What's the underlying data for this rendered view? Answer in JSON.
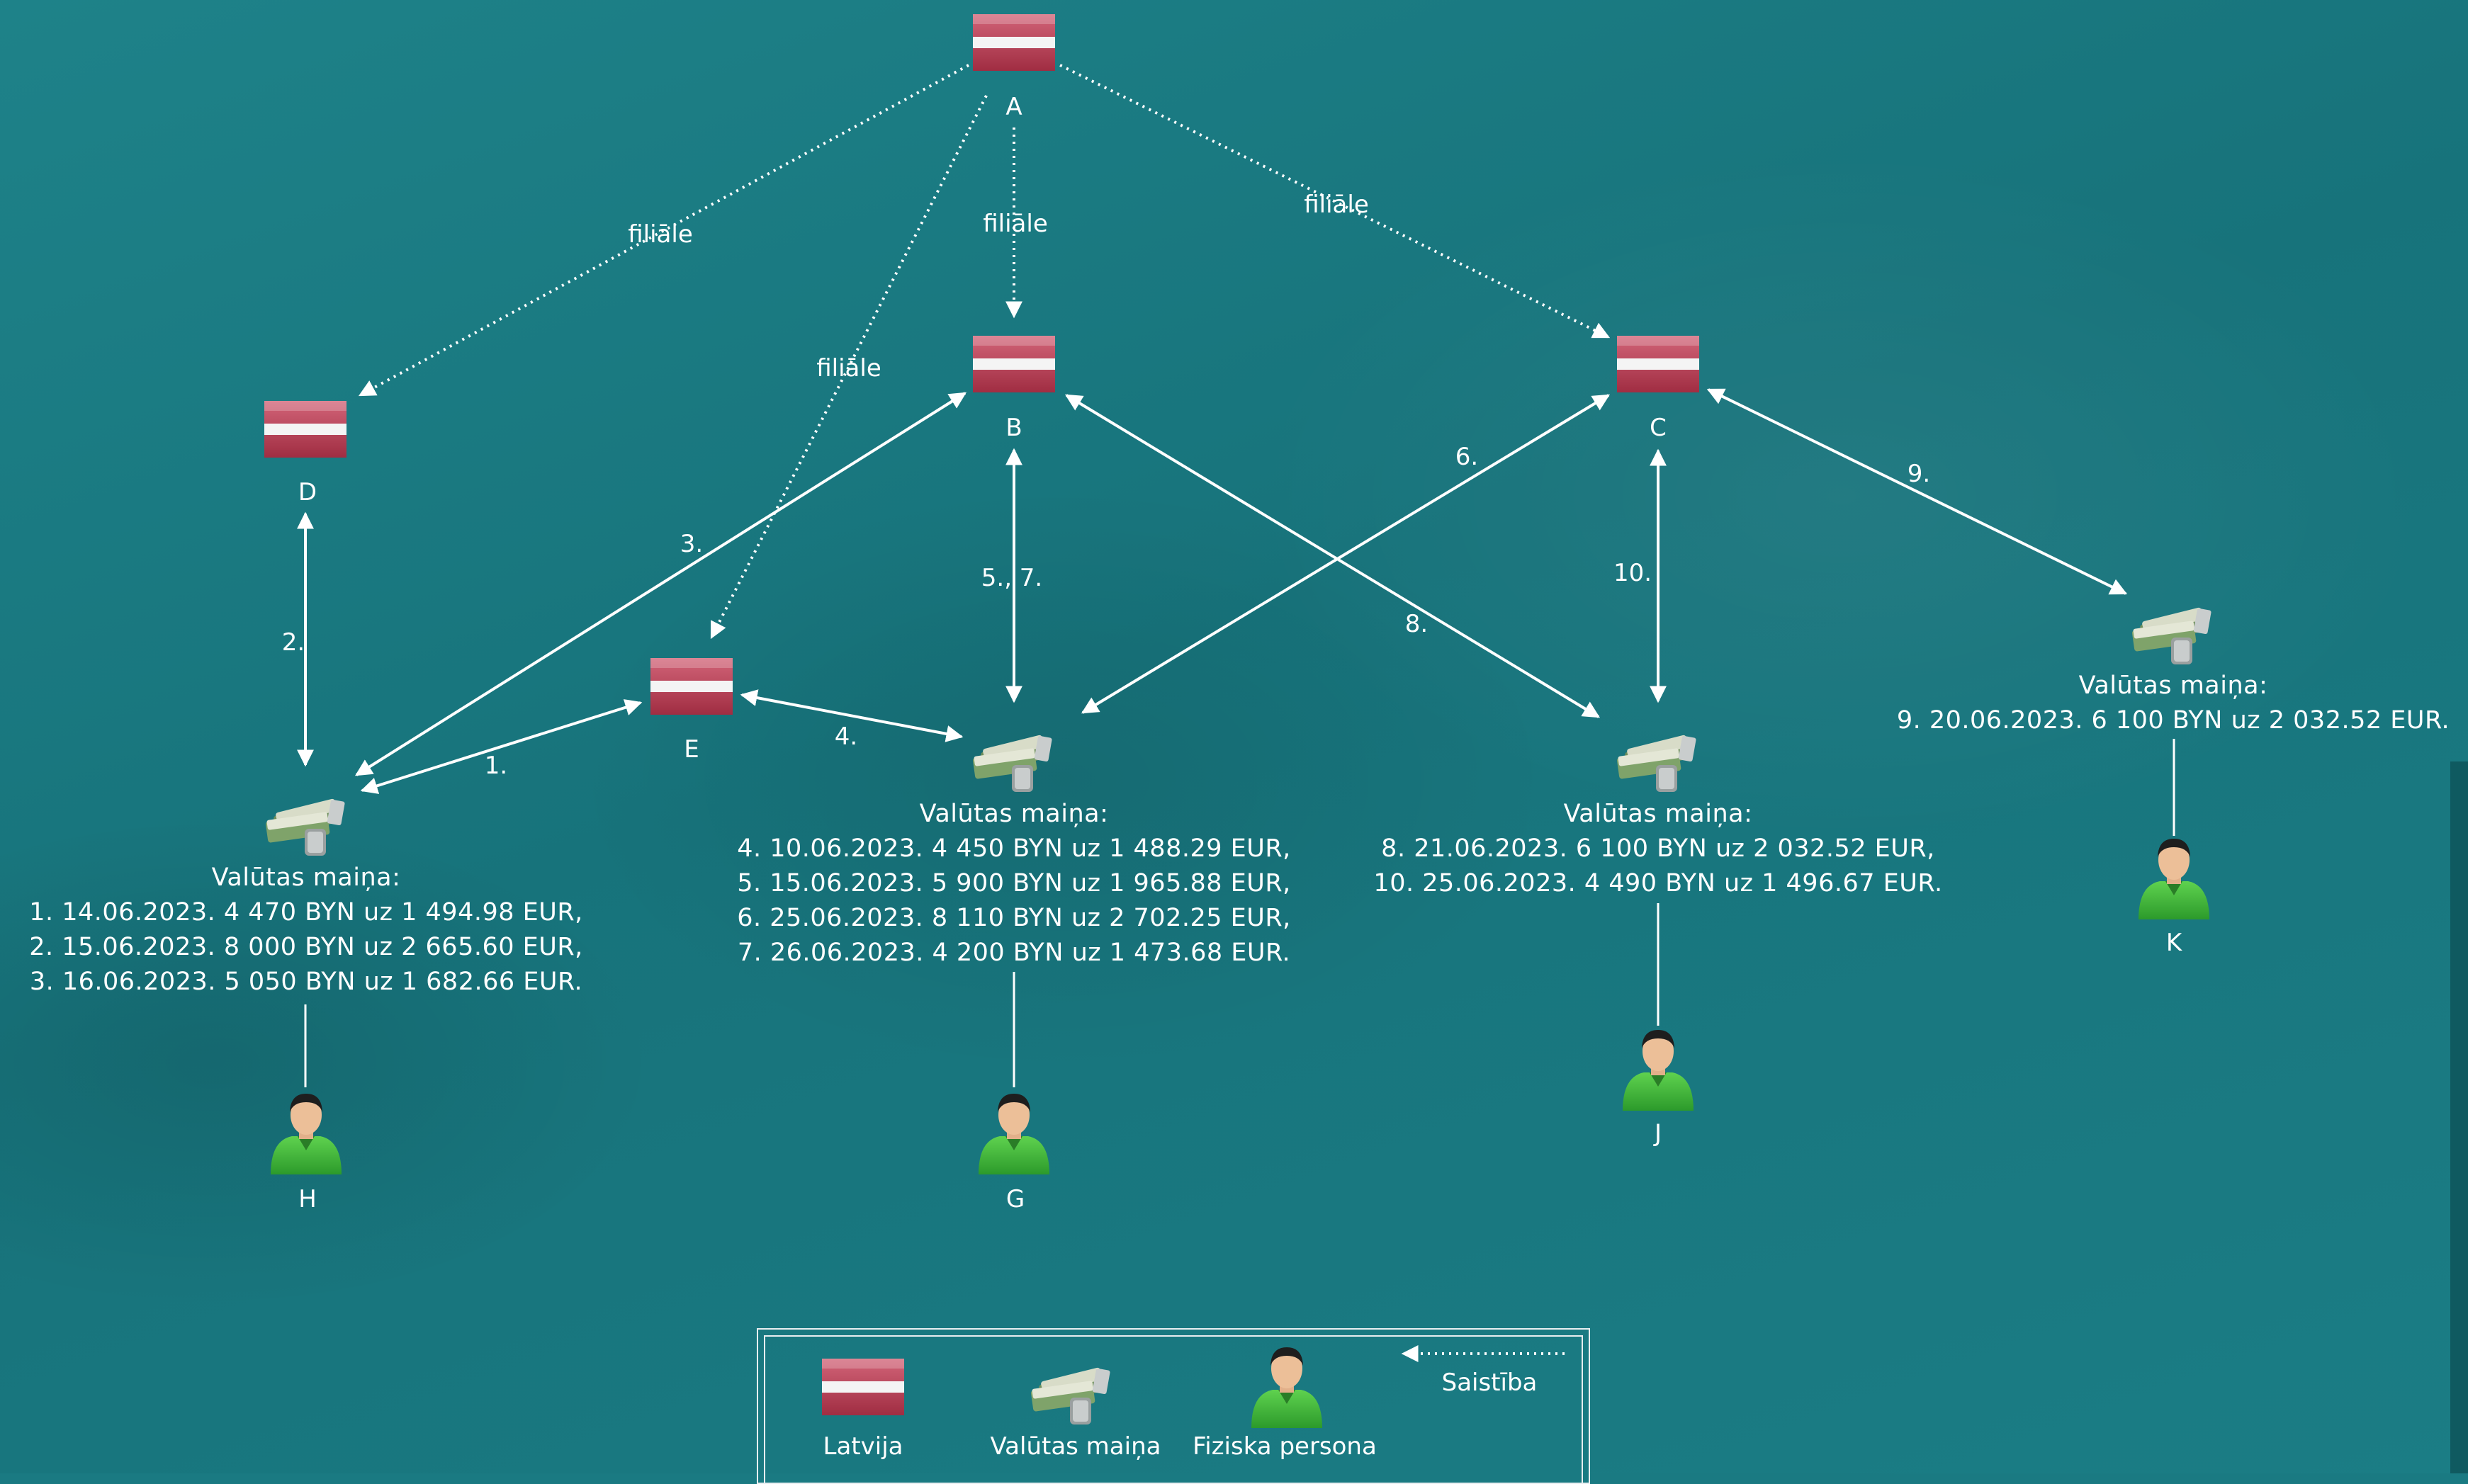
{
  "nodes": {
    "A": "A",
    "B": "B",
    "C": "C",
    "D": "D",
    "E": "E",
    "H": "H",
    "G": "G",
    "J": "J",
    "K": "K"
  },
  "edge_labels": {
    "filiale": "filiāle",
    "e1": "1.",
    "e2": "2.",
    "e3": "3.",
    "e4": "4.",
    "e57": "5., 7.",
    "e6": "6.",
    "e8": "8.",
    "e9": "9.",
    "e10": "10."
  },
  "exchanges": {
    "title": "Valūtas maiņa:",
    "H": [
      "1. 14.06.2023. 4 470 BYN uz 1 494.98 EUR,",
      "2. 15.06.2023.  8 000 BYN uz 2 665.60 EUR,",
      "3. 16.06.2023.  5 050 BYN uz 1 682.66 EUR."
    ],
    "G": [
      "4. 10.06.2023.  4 450 BYN uz 1 488.29 EUR,",
      "5. 15.06.2023.  5 900 BYN uz 1 965.88 EUR,",
      "6. 25.06.2023.  8 110 BYN uz 2 702.25 EUR,",
      "7. 26.06.2023.  4 200 BYN uz 1 473.68 EUR."
    ],
    "J": [
      "8. 21.06.2023.  6 100 BYN uz 2 032.52 EUR,",
      "10. 25.06.2023.  4 490 BYN uz 1 496.67 EUR."
    ],
    "K": [
      "9. 20.06.2023.  6 100 BYN uz 2 032.52 EUR."
    ]
  },
  "legend": {
    "latvija": "Latvija",
    "valutas_maina": "Valūtas maiņa",
    "fiziska_persona": "Fiziska persona",
    "saistiba": "Saistība"
  },
  "colors": {
    "background": "#1a7a82",
    "flag_red": "#b03a4e",
    "flag_white": "#f4f4f4",
    "person_shirt": "#3fb43a",
    "line": "#ffffff"
  },
  "icons": {
    "flag": "latvia-flag-icon",
    "money": "money-stack-icon",
    "person": "person-icon"
  }
}
